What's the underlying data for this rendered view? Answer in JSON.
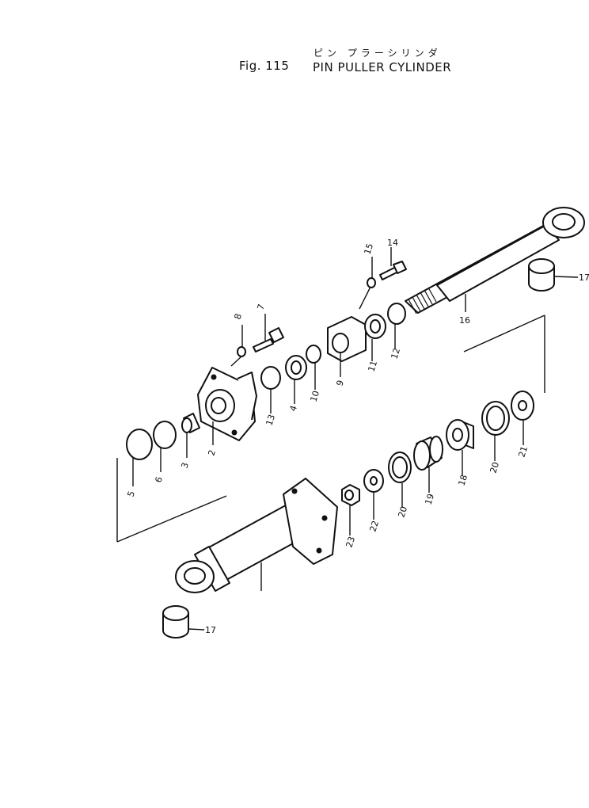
{
  "header": {
    "katakana": "ピン プラーシリンダ",
    "figure_number": "Fig. 115",
    "title": "PIN PULLER CYLINDER"
  },
  "callouts": [
    {
      "id": "c5",
      "label": "5"
    },
    {
      "id": "c6",
      "label": "6"
    },
    {
      "id": "c3",
      "label": "3"
    },
    {
      "id": "c2",
      "label": "2"
    },
    {
      "id": "c13",
      "label": "13"
    },
    {
      "id": "c4",
      "label": "4"
    },
    {
      "id": "c10",
      "label": "10"
    },
    {
      "id": "c8",
      "label": "8"
    },
    {
      "id": "c7",
      "label": "7"
    },
    {
      "id": "c9",
      "label": "9"
    },
    {
      "id": "c11",
      "label": "11"
    },
    {
      "id": "c12",
      "label": "12"
    },
    {
      "id": "c15",
      "label": "15"
    },
    {
      "id": "c14",
      "label": "14"
    },
    {
      "id": "c16",
      "label": "16"
    },
    {
      "id": "c17a",
      "label": "17"
    },
    {
      "id": "c21",
      "label": "21"
    },
    {
      "id": "c20a",
      "label": "20"
    },
    {
      "id": "c18",
      "label": "18"
    },
    {
      "id": "c19",
      "label": "19"
    },
    {
      "id": "c20b",
      "label": "20"
    },
    {
      "id": "c22",
      "label": "22"
    },
    {
      "id": "c23",
      "label": "23"
    },
    {
      "id": "c17b",
      "label": "17"
    }
  ]
}
